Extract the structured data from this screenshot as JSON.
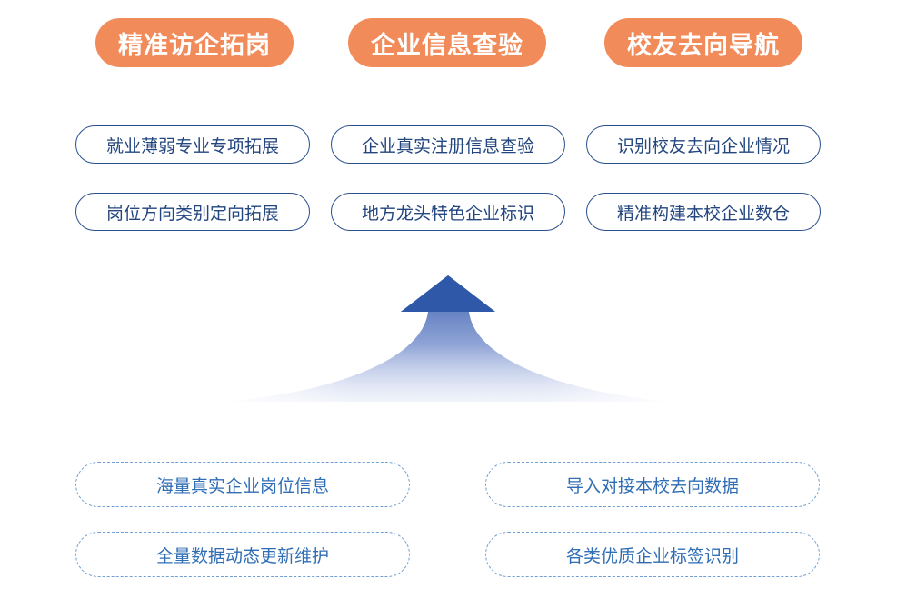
{
  "headers": [
    {
      "label": "精准访企拓岗"
    },
    {
      "label": "企业信息查验"
    },
    {
      "label": "校友去向导航"
    }
  ],
  "items": [
    {
      "label": "就业薄弱专业专项拓展"
    },
    {
      "label": "企业真实注册信息查验"
    },
    {
      "label": "识别校友去向企业情况"
    },
    {
      "label": "岗位方向类别定向拓展"
    },
    {
      "label": "地方龙头特色企业标识"
    },
    {
      "label": "精准构建本校企业数仓"
    }
  ],
  "sources": [
    {
      "label": "海量真实企业岗位信息"
    },
    {
      "label": "导入对接本校去向数据"
    },
    {
      "label": "全量数据动态更新维护"
    },
    {
      "label": "各类优质企业标签识别"
    }
  ],
  "colors": {
    "header_bg": "#f28b5a",
    "box_border": "#2a4f8f",
    "box_text": "#23467f",
    "dash_border": "#6f9fd4",
    "dash_text": "#2f6db5",
    "arrow": "#2f58a8"
  }
}
